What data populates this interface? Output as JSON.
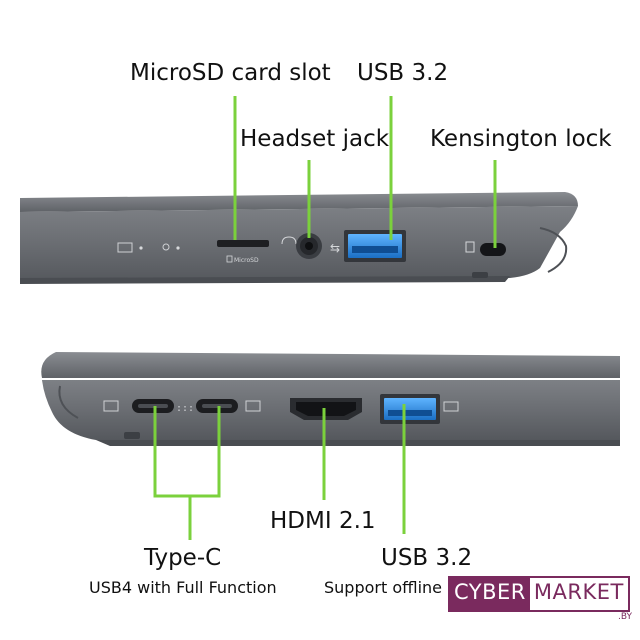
{
  "top_view": {
    "labels": {
      "microsd": "MicroSD card slot",
      "usb_top": "USB 3.2",
      "headset": "Headset jack",
      "kensington": "Kensington lock"
    },
    "port_text": {
      "microsd_print": "MicroSD"
    }
  },
  "bottom_view": {
    "labels": {
      "typec": "Type-C",
      "typec_sub": "USB4 with Full Function",
      "hdmi": "HDMI 2.1",
      "usb_bottom": "USB 3.2",
      "usb_bottom_sub": "Support offline"
    }
  },
  "watermark": {
    "part1": "CYBER",
    "part2": "MARKET",
    "suffix": ".BY"
  },
  "colors": {
    "callout_line": "#7bd13c",
    "laptop_body": "#6b6e73",
    "usb_port": "#2b8ee6",
    "watermark": "#7a2a5e"
  }
}
